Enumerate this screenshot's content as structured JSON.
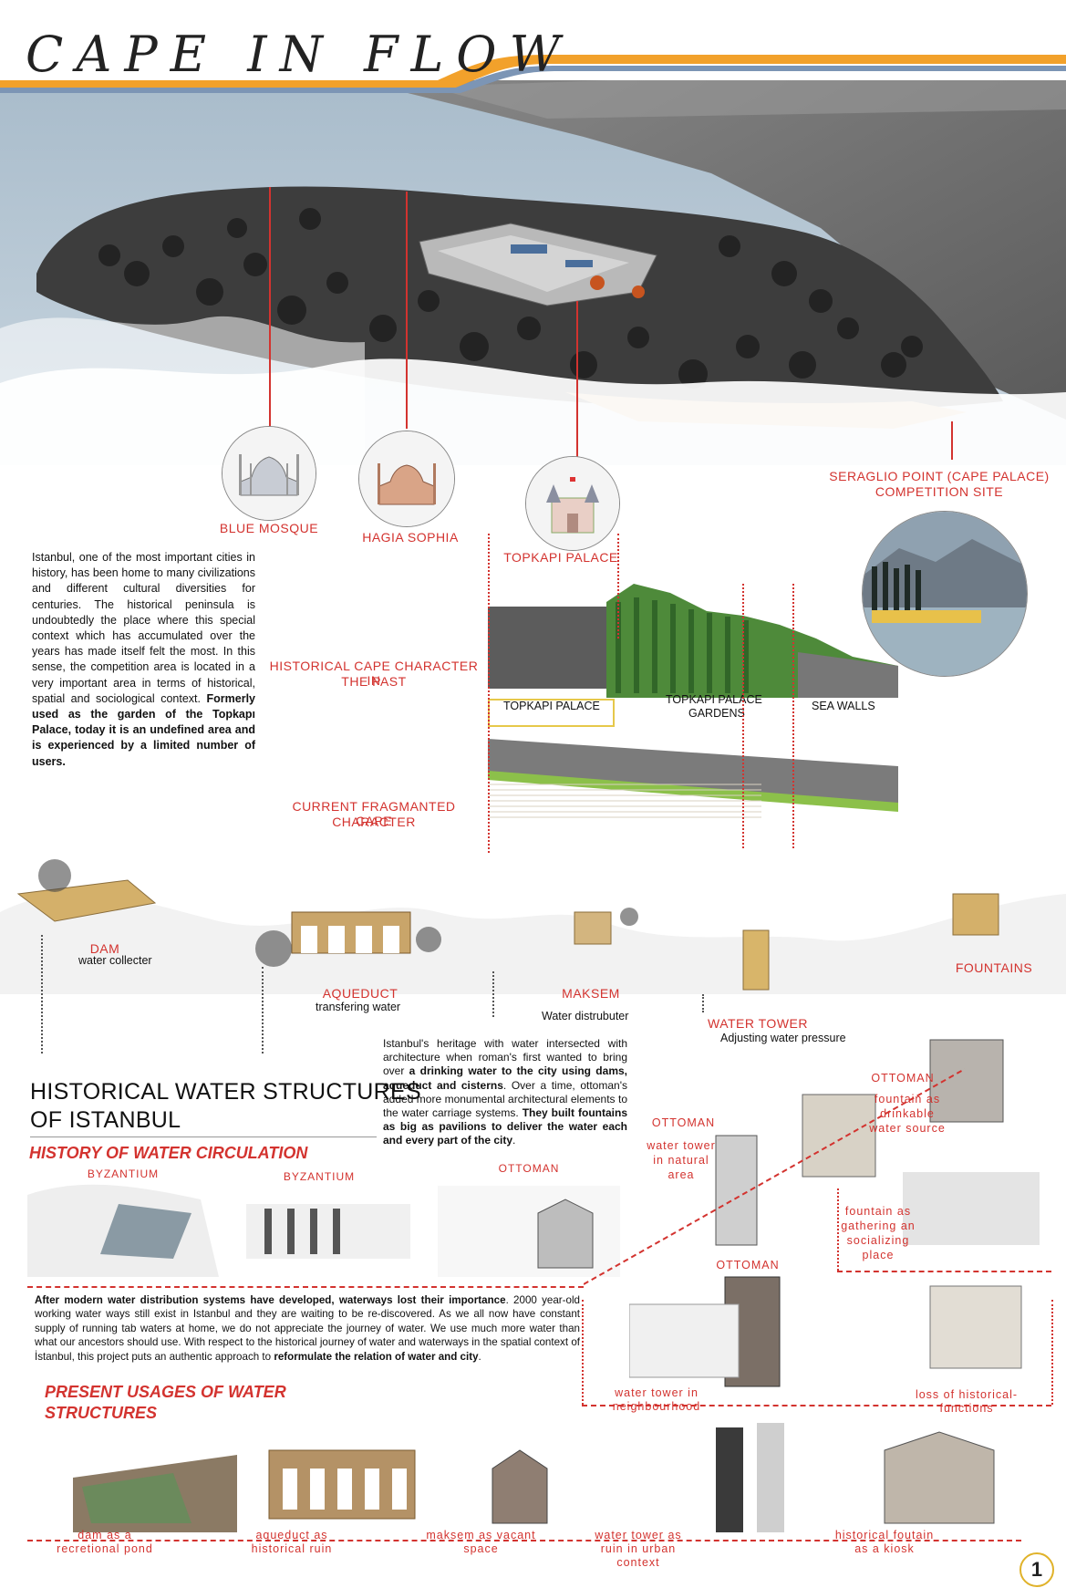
{
  "title": "CAPE IN FLOW",
  "page_number": "1",
  "landmarks": {
    "blue_mosque": "BLUE MOSQUE",
    "hagia_sophia": "HAGIA SOPHIA",
    "topkapi_palace": "TOPKAPI PALACE",
    "seraglio_line1": "SERAGLIO POINT (CAPE PALACE)",
    "seraglio_line2": "COMPETITION SITE"
  },
  "intro": {
    "p1": "Istanbul, one of the most important cities in history, has been home to many civilizations and different cultural diversities for centuries. The historical peninsula is undoubtedly the place where this special context which has accumulated over the years has made itself felt the most. In this sense, the competition area is located in a very important area in terms of historical, spatial and sociological context. ",
    "p1_bold": "Formerly used as the garden of the Topkapı Palace, today it is an undefined area and is experienced by a limited number of users."
  },
  "section_labels": {
    "past_l1": "HISTORICAL CAPE CHARACTER IN",
    "past_l2": "THE PAST",
    "current_l1": "CURRENT FRAGMANTED CAPE",
    "current_l2": "CHARACTER",
    "topkapi_palace_box": "TOPKAPI PALACE",
    "gardens_l1": "TOPKAPI PALACE",
    "gardens_l2": "GARDENS",
    "sea_walls": "SEA WALLS"
  },
  "water_structures": {
    "dam": "DAM",
    "dam_sub": "water collecter",
    "aqueduct": "AQUEDUCT",
    "aqueduct_sub": "transfering water",
    "maksem": "MAKSEM",
    "maksem_sub": "Water distrubuter",
    "water_tower": "WATER TOWER",
    "water_tower_sub": "Adjusting water pressure",
    "fountains": "FOUNTAINS"
  },
  "heritage": {
    "t1": "Istanbul's heritage with water intersected with architecture when roman's first wanted to bring over ",
    "b1": "a drinking water to the city using dams, aqueduct and cisterns",
    "t2": ". Over a time, ottoman's added more monumental architectural elements to the water carriage systems. ",
    "b2": "They built fountains as big as pavilions to deliver the water each and every part of the city",
    "t3": "."
  },
  "heading_l1": "HISTORICAL WATER STRUCTURES",
  "heading_l2": "OF ISTANBUL",
  "history_heading": "HISTORY OF WATER CIRCULATION",
  "history": {
    "byz1": "BYZANTIUM",
    "byz2": "BYZANTIUM",
    "ott1": "OTTOMAN",
    "ott2": "OTTOMAN",
    "ott3": "OTTOMAN",
    "ott4": "OTTOMAN",
    "tower_nat_l1": "water tower",
    "tower_nat_l2": "in natural",
    "tower_nat_l3": "area",
    "drink_l1": "fountain as",
    "drink_l2": "drinkable",
    "drink_l3": "water source",
    "gather_l1": "fountain as",
    "gather_l2": "gathering an",
    "gather_l3": "socializing",
    "gather_l4": "place",
    "tower_neigh_l1": "water tower in",
    "tower_neigh_l2": "neighbourhood",
    "loss_l1": "loss of historical-",
    "loss_l2": "functions"
  },
  "modern": {
    "b1": "After modern water distribution systems have developed, waterways lost their importance",
    "t1": ". 2000 year-old working water ways still exist in Istanbul and they are waiting to be re-discovered. As we all now have constant supply of running tab waters at home, we do not appreciate the journey of water. We use much more water than what our ancestors should use. With respect to the historical journey of water and waterways in the spatial context of İstanbul, this project puts an authentic approach to ",
    "b2": "reformulate the relation of water and city",
    "t2": "."
  },
  "present_heading_l1": "PRESENT USAGES OF WATER",
  "present_heading_l2": "STRUCTURES",
  "present": {
    "dam_l1": "dam as a",
    "dam_l2": "recretional pond",
    "aq_l1": "aqueduct as",
    "aq_l2": "historical ruin",
    "mak_l1": "maksem as vacant",
    "mak_l2": "space",
    "tow_l1": "water tower as",
    "tow_l2": "ruin in urban",
    "tow_l3": "context",
    "kio_l1": "historical foutain",
    "kio_l2": "as a kiosk"
  },
  "colors": {
    "accent_red": "#d3332f",
    "accent_orange": "#f2a12b",
    "sea": "#9fb6c8"
  }
}
